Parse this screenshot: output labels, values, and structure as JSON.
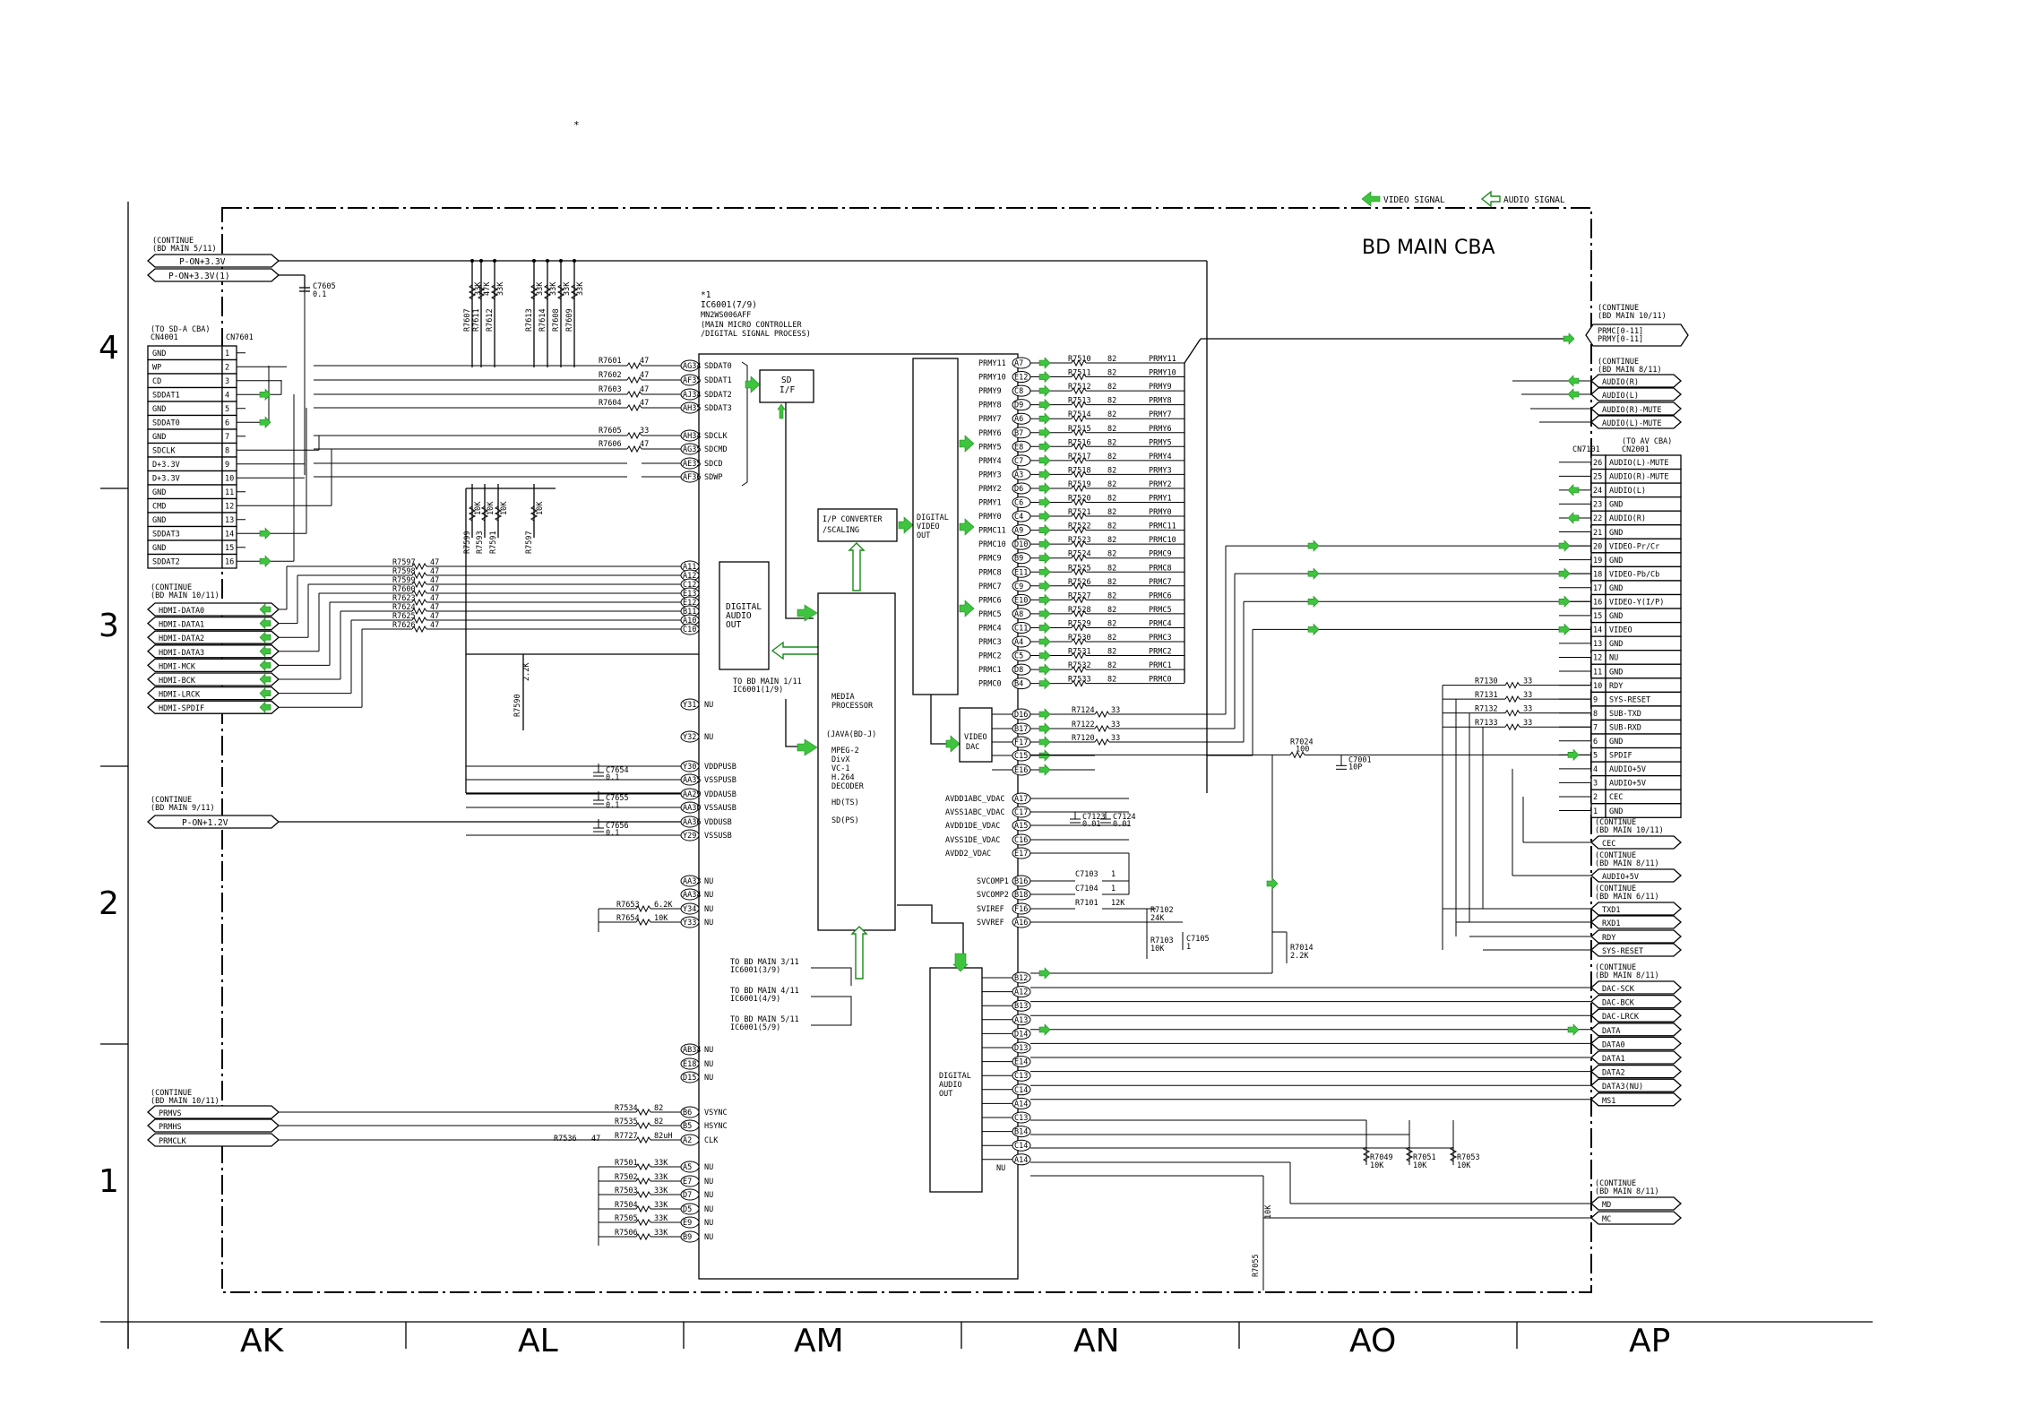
{
  "page": {
    "title": "BD MAIN CBA",
    "asterisk": "*"
  },
  "legend": {
    "video": "VIDEO SIGNAL",
    "audio": "AUDIO SIGNAL"
  },
  "grid": {
    "rows": [
      "4",
      "3",
      "2",
      "1"
    ],
    "columns": [
      "AK",
      "AL",
      "AM",
      "AN",
      "AO",
      "AP"
    ]
  },
  "ic": {
    "ref": "IC6001(7/9)",
    "marker": "*1",
    "part": "MN2WS006AFF",
    "desc1": "(MAIN MICRO CONTROLLER",
    "desc2": "/DIGITAL SIGNAL PROCESS)"
  },
  "blocks": {
    "sdif": [
      "SD",
      "I/F"
    ],
    "ipconv": [
      "I/P CONVERTER",
      "/SCALING"
    ],
    "dvo": [
      "DIGITAL",
      "VIDEO",
      "OUT"
    ],
    "dao1": [
      "DIGITAL",
      "AUDIO",
      "OUT"
    ],
    "mp": [
      "MEDIA",
      "PROCESSOR",
      "(JAVA(BD-J)",
      "MPEG-2",
      "DivX",
      "VC-1",
      "H.264",
      "DECODER",
      "HD(TS)",
      "SD(PS)"
    ],
    "vdac": [
      "VIDEO",
      "DAC"
    ],
    "dao2": [
      "DIGITAL",
      "AUDIO",
      "OUT"
    ]
  },
  "notes": {
    "to1": [
      "TO BD MAIN 1/11",
      "IC6001(1/9)"
    ],
    "to3": [
      "TO BD MAIN 3/11",
      "IC6001(3/9)"
    ],
    "to4": [
      "TO BD MAIN 4/11",
      "IC6001(4/9)"
    ],
    "to5": [
      "TO BD MAIN 5/11",
      "IC6001(5/9)"
    ]
  },
  "topleft": {
    "cont": [
      "(CONTINUE",
      "(BD MAIN 5/11)"
    ],
    "signals": [
      "P-ON+3.3V",
      "P-ON+3.3V(1)"
    ],
    "cap": [
      "C7605",
      "0.1"
    ]
  },
  "pullups": [
    "R7607",
    "R7611",
    "R7612",
    "R7613",
    "R7614",
    "R7608",
    "R7609"
  ],
  "pullup_values": [
    "33K",
    "47K",
    "33K",
    "33K",
    "33K",
    "33K",
    "33K"
  ],
  "pulldowns": [
    "R7599",
    "R7593",
    "R7591",
    "R7597"
  ],
  "pulldown_values": [
    "10K",
    "10K",
    "10K",
    "10K"
  ],
  "cn7601": {
    "hdr": [
      "(TO SD-A CBA)",
      "CN4001"
    ],
    "ref": "CN7601",
    "pins": [
      {
        "n": "1",
        "s": "GND"
      },
      {
        "n": "2",
        "s": "WP"
      },
      {
        "n": "3",
        "s": "CD"
      },
      {
        "n": "4",
        "s": "SDDAT1"
      },
      {
        "n": "5",
        "s": "GND"
      },
      {
        "n": "6",
        "s": "SDDAT0"
      },
      {
        "n": "7",
        "s": "GND"
      },
      {
        "n": "8",
        "s": "SDCLK"
      },
      {
        "n": "9",
        "s": "D+3.3V"
      },
      {
        "n": "10",
        "s": "D+3.3V"
      },
      {
        "n": "11",
        "s": "GND"
      },
      {
        "n": "12",
        "s": "CMD"
      },
      {
        "n": "13",
        "s": "GND"
      },
      {
        "n": "14",
        "s": "SDDAT3"
      },
      {
        "n": "15",
        "s": "GND"
      },
      {
        "n": "16",
        "s": "SDDAT2"
      }
    ]
  },
  "sd_res": [
    {
      "r": "R7601",
      "v": "47",
      "pin": "AG34",
      "sig": "SDDAT0"
    },
    {
      "r": "R7602",
      "v": "47",
      "pin": "AF35",
      "sig": "SDDAT1"
    },
    {
      "r": "R7603",
      "v": "47",
      "pin": "AJ34",
      "sig": "SDDAT2"
    },
    {
      "r": "R7604",
      "v": "47",
      "pin": "AH35",
      "sig": "SDDAT3"
    },
    {
      "r": "R7605",
      "v": "33",
      "pin": "AH34",
      "sig": "SDCLK"
    },
    {
      "r": "R7606",
      "v": "47",
      "pin": "AG35",
      "sig": "SDCMD"
    },
    {
      "r": "",
      "v": "",
      "pin": "AE35",
      "sig": "SDCD"
    },
    {
      "r": "",
      "v": "",
      "pin": "AF36",
      "sig": "SDWP"
    }
  ],
  "hdmi": {
    "cont": [
      "(CONTINUE",
      "(BD MAIN 10/11)"
    ],
    "rows": [
      {
        "sig": "HDMI-DATA0",
        "r": "R7597",
        "v": "47",
        "pin": "A11"
      },
      {
        "sig": "HDMI-DATA1",
        "r": "R7598",
        "v": "47",
        "pin": "A12"
      },
      {
        "sig": "HDMI-DATA2",
        "r": "R7599",
        "v": "47",
        "pin": "C12"
      },
      {
        "sig": "HDMI-DATA3",
        "r": "R7600",
        "v": "47",
        "pin": "E13"
      },
      {
        "sig": "HDMI-MCK",
        "r": "R7623",
        "v": "47",
        "pin": "E12"
      },
      {
        "sig": "HDMI-BCK",
        "r": "R7624",
        "v": "47",
        "pin": "B11"
      },
      {
        "sig": "HDMI-LRCK",
        "r": "R7625",
        "v": "47",
        "pin": "A10"
      },
      {
        "sig": "HDMI-SPDIF",
        "r": "R7626",
        "v": "47",
        "pin": "C10"
      }
    ],
    "pd": [
      "R7590",
      "2.2K"
    ]
  },
  "nu1": [
    {
      "pin": "Y31",
      "sig": "NU"
    },
    {
      "pin": "Y32",
      "sig": "NU"
    }
  ],
  "usb": [
    {
      "pin": "Y30",
      "sig": "VDDPUSB"
    },
    {
      "pin": "AA35",
      "sig": "VSSPUSB"
    },
    {
      "pin": "AA29",
      "sig": "VDDAUSB"
    },
    {
      "pin": "AA30",
      "sig": "VSSAUSB"
    },
    {
      "pin": "AA36",
      "sig": "VDDUSB"
    },
    {
      "pin": "Y29",
      "sig": "VSSUSB"
    }
  ],
  "usbcaps": [
    {
      "r": "C7654",
      "v": "0.1"
    },
    {
      "r": "C7655",
      "v": "0.1"
    },
    {
      "r": "C7656",
      "v": "0.1"
    }
  ],
  "p12": {
    "cont": [
      "(CONTINUE",
      "(BD MAIN 9/11)"
    ],
    "sig": "P-ON+1.2V"
  },
  "nu2": [
    {
      "pin": "AA33",
      "sig": "NU"
    },
    {
      "pin": "AA34",
      "sig": "NU"
    },
    {
      "pin": "Y34",
      "sig": "NU"
    },
    {
      "pin": "Y33",
      "sig": "NU"
    }
  ],
  "nu2res": [
    {
      "r": "R7653",
      "v": "6.2K"
    },
    {
      "r": "R7654",
      "v": "10K"
    }
  ],
  "nu3": [
    {
      "pin": "AB34",
      "sig": "NU"
    },
    {
      "pin": "E18",
      "sig": "NU"
    },
    {
      "pin": "D15",
      "sig": "NU"
    }
  ],
  "sync": {
    "cont": [
      "(CONTINUE",
      "(BD MAIN 10/11)"
    ],
    "rows": [
      {
        "ext": "PRMVS",
        "r": "R7534",
        "v": "82",
        "pin": "B6",
        "sig": "VSYNC"
      },
      {
        "ext": "PRMHS",
        "r": "R7535",
        "v": "82",
        "pin": "B5",
        "sig": "HSYNC"
      },
      {
        "ext": "PRMCLK",
        "r": "R7727",
        "v": "82uH",
        "pin": "A2",
        "sig": "CLK"
      }
    ],
    "r3": [
      "R7536",
      "47"
    ]
  },
  "nu4": [
    {
      "r": "R7501",
      "v": "33K",
      "pin": "A5",
      "sig": "NU"
    },
    {
      "r": "R7502",
      "v": "33K",
      "pin": "E7",
      "sig": "NU"
    },
    {
      "r": "R7503",
      "v": "33K",
      "pin": "D7",
      "sig": "NU"
    },
    {
      "r": "R7504",
      "v": "33K",
      "pin": "D5",
      "sig": "NU"
    },
    {
      "r": "R7505",
      "v": "33K",
      "pin": "E9",
      "sig": "NU"
    },
    {
      "r": "R7506",
      "v": "33K",
      "pin": "B9",
      "sig": "NU"
    }
  ],
  "prm": [
    {
      "sig": "PRMY11",
      "pin": "A7",
      "r": "R7510",
      "v": "82",
      "out": "PRMY11"
    },
    {
      "sig": "PRMY10",
      "pin": "E12",
      "r": "R7511",
      "v": "82",
      "out": "PRMY10"
    },
    {
      "sig": "PRMY9",
      "pin": "C8",
      "r": "R7512",
      "v": "82",
      "out": "PRMY9"
    },
    {
      "sig": "PRMY8",
      "pin": "D9",
      "r": "R7513",
      "v": "82",
      "out": "PRMY8"
    },
    {
      "sig": "PRMY7",
      "pin": "A6",
      "r": "R7514",
      "v": "82",
      "out": "PRMY7"
    },
    {
      "sig": "PRMY6",
      "pin": "B7",
      "r": "R7515",
      "v": "82",
      "out": "PRMY6"
    },
    {
      "sig": "PRMY5",
      "pin": "E8",
      "r": "R7516",
      "v": "82",
      "out": "PRMY5"
    },
    {
      "sig": "PRMY4",
      "pin": "C7",
      "r": "R7517",
      "v": "82",
      "out": "PRMY4"
    },
    {
      "sig": "PRMY3",
      "pin": "A3",
      "r": "R7518",
      "v": "82",
      "out": "PRMY3"
    },
    {
      "sig": "PRMY2",
      "pin": "D6",
      "r": "R7519",
      "v": "82",
      "out": "PRMY2"
    },
    {
      "sig": "PRMY1",
      "pin": "C6",
      "r": "R7520",
      "v": "82",
      "out": "PRMY1"
    },
    {
      "sig": "PRMY0",
      "pin": "C4",
      "r": "R7521",
      "v": "82",
      "out": "PRMY0"
    },
    {
      "sig": "PRMC11",
      "pin": "A9",
      "r": "R7522",
      "v": "82",
      "out": "PRMC11"
    },
    {
      "sig": "PRMC10",
      "pin": "D10",
      "r": "R7523",
      "v": "82",
      "out": "PRMC10"
    },
    {
      "sig": "PRMC9",
      "pin": "B9",
      "r": "R7524",
      "v": "82",
      "out": "PRMC9"
    },
    {
      "sig": "PRMC8",
      "pin": "E11",
      "r": "R7525",
      "v": "82",
      "out": "PRMC8"
    },
    {
      "sig": "PRMC7",
      "pin": "C9",
      "r": "R7526",
      "v": "82",
      "out": "PRMC7"
    },
    {
      "sig": "PRMC6",
      "pin": "E10",
      "r": "R7527",
      "v": "82",
      "out": "PRMC6"
    },
    {
      "sig": "PRMC5",
      "pin": "A8",
      "r": "R7528",
      "v": "82",
      "out": "PRMC5"
    },
    {
      "sig": "PRMC4",
      "pin": "C11",
      "r": "R7529",
      "v": "82",
      "out": "PRMC4"
    },
    {
      "sig": "PRMC3",
      "pin": "A4",
      "r": "R7530",
      "v": "82",
      "out": "PRMC3"
    },
    {
      "sig": "PRMC2",
      "pin": "C5",
      "r": "R7531",
      "v": "82",
      "out": "PRMC2"
    },
    {
      "sig": "PRMC1",
      "pin": "D8",
      "r": "R7532",
      "v": "82",
      "out": "PRMC1"
    },
    {
      "sig": "PRMC0",
      "pin": "B4",
      "r": "R7533",
      "v": "82",
      "out": "PRMC0"
    }
  ],
  "vdacpins": [
    {
      "pin": "D16",
      "r": "R7124",
      "v": "33"
    },
    {
      "pin": "B17",
      "r": "R7122",
      "v": "33"
    },
    {
      "pin": "F17",
      "r": "R7120",
      "v": "33"
    },
    {
      "pin": "C15",
      "r": "",
      "v": ""
    },
    {
      "pin": "E16",
      "r": "",
      "v": ""
    }
  ],
  "power": [
    {
      "sig": "AVDD1ABC_VDAC",
      "pin": "A17"
    },
    {
      "sig": "AVSS1ABC_VDAC",
      "pin": "C17"
    },
    {
      "sig": "AVDD1DE_VDAC",
      "pin": "A15"
    },
    {
      "sig": "AVSS1DE_VDAC",
      "pin": "C16"
    },
    {
      "sig": "AVDD2_VDAC",
      "pin": "E17"
    }
  ],
  "pcaps": [
    {
      "r": "C7123",
      "v": "0.01"
    },
    {
      "r": "C7124",
      "v": "0.01"
    }
  ],
  "svc": [
    {
      "sig": "SVCOMP1",
      "pin": "B16"
    },
    {
      "sig": "SVCOMP2",
      "pin": "B18"
    },
    {
      "sig": "SVIREF",
      "pin": "F16"
    },
    {
      "sig": "SVVREF",
      "pin": "A16"
    }
  ],
  "svcparts": [
    {
      "r": "C7103",
      "v": "1"
    },
    {
      "r": "C7104",
      "v": "1"
    },
    {
      "r": "R7101",
      "v": "12K"
    },
    {
      "r": "R7102",
      "v": "24K"
    },
    {
      "r": "R7103",
      "v": "10K"
    },
    {
      "r": "C7105",
      "v": "1"
    }
  ],
  "dao2pins": [
    "B12",
    "A12",
    "B13",
    "A13",
    "D14",
    "D13",
    "E14",
    "C13",
    "C14",
    "A14",
    "C13",
    "B14",
    "C14",
    "A14"
  ],
  "dao2nu": "NU",
  "right": {
    "prm_cont": [
      "(CONTINUE",
      "(BD MAIN 10/11)"
    ],
    "prm_sigs": [
      "PRMC[0-11]",
      "PRMY[0-11]"
    ],
    "aud_cont": [
      "(CONTINUE",
      "(BD MAIN 8/11)"
    ],
    "aud_sigs": [
      "AUDIO(R)",
      "AUDIO(L)",
      "AUDIO(R)-MUTE",
      "AUDIO(L)-MUTE"
    ],
    "cn7101": {
      "hdr": [
        "(TO AV CBA)",
        "CN2001"
      ],
      "ref": "CN7101",
      "pins": [
        {
          "n": "26",
          "s": "AUDIO(L)-MUTE"
        },
        {
          "n": "25",
          "s": "AUDIO(R)-MUTE"
        },
        {
          "n": "24",
          "s": "AUDIO(L)"
        },
        {
          "n": "23",
          "s": "GND"
        },
        {
          "n": "22",
          "s": "AUDIO(R)"
        },
        {
          "n": "21",
          "s": "GND"
        },
        {
          "n": "20",
          "s": "VIDEO-Pr/Cr"
        },
        {
          "n": "19",
          "s": "GND"
        },
        {
          "n": "18",
          "s": "VIDEO-Pb/Cb"
        },
        {
          "n": "17",
          "s": "GND"
        },
        {
          "n": "16",
          "s": "VIDEO-Y(I/P)"
        },
        {
          "n": "15",
          "s": "GND"
        },
        {
          "n": "14",
          "s": "VIDEO"
        },
        {
          "n": "13",
          "s": "GND"
        },
        {
          "n": "12",
          "s": "NU"
        },
        {
          "n": "11",
          "s": "GND"
        },
        {
          "n": "10",
          "s": "RDY"
        },
        {
          "n": "9",
          "s": "SYS-RESET"
        },
        {
          "n": "8",
          "s": "SUB-TXD"
        },
        {
          "n": "7",
          "s": "SUB-RXD"
        },
        {
          "n": "6",
          "s": "GND"
        },
        {
          "n": "5",
          "s": "SPDIF"
        },
        {
          "n": "4",
          "s": "AUDIO+5V"
        },
        {
          "n": "3",
          "s": "AUDIO+5V"
        },
        {
          "n": "2",
          "s": "CEC"
        },
        {
          "n": "1",
          "s": "GND"
        }
      ]
    },
    "cn_res": [
      {
        "r": "R7130",
        "v": "33"
      },
      {
        "r": "R7131",
        "v": "33"
      },
      {
        "r": "R7132",
        "v": "33"
      },
      {
        "r": "R7133",
        "v": "33"
      }
    ],
    "spdif_parts": [
      {
        "r": "R7024",
        "v": "100"
      },
      {
        "r": "C7001",
        "v": "10P"
      }
    ],
    "r7014": [
      "R7014",
      "2.2K"
    ],
    "cec_cont": [
      "(CONTINUE",
      "(BD MAIN 10/11)"
    ],
    "cec": "CEC",
    "a5_cont": [
      "(CONTINUE",
      "(BD MAIN 8/11)"
    ],
    "a5": "AUDIO+5V",
    "tx_cont": [
      "(CONTINUE",
      "(BD MAIN 6/11)"
    ],
    "tx_sigs": [
      "TXD1",
      "RXD1",
      "RDY",
      "SYS-RESET"
    ],
    "dac_cont": [
      "(CONTINUE",
      "(BD MAIN 8/11)"
    ],
    "dac_sigs": [
      "DAC-SCK",
      "DAC-BCK",
      "DAC-LRCK",
      "DATA",
      "DATA0",
      "DATA1",
      "DATA2",
      "DATA3(NU)",
      "MS1"
    ],
    "pd_res": [
      {
        "r": "R7049",
        "v": "10K"
      },
      {
        "r": "R7051",
        "v": "10K"
      },
      {
        "r": "R7053",
        "v": "10K"
      }
    ],
    "mc_cont": [
      "(CONTINUE",
      "(BD MAIN 8/11)"
    ],
    "mc_sigs": [
      "MD",
      "MC"
    ],
    "r7055": [
      "R7055",
      "10K"
    ]
  }
}
